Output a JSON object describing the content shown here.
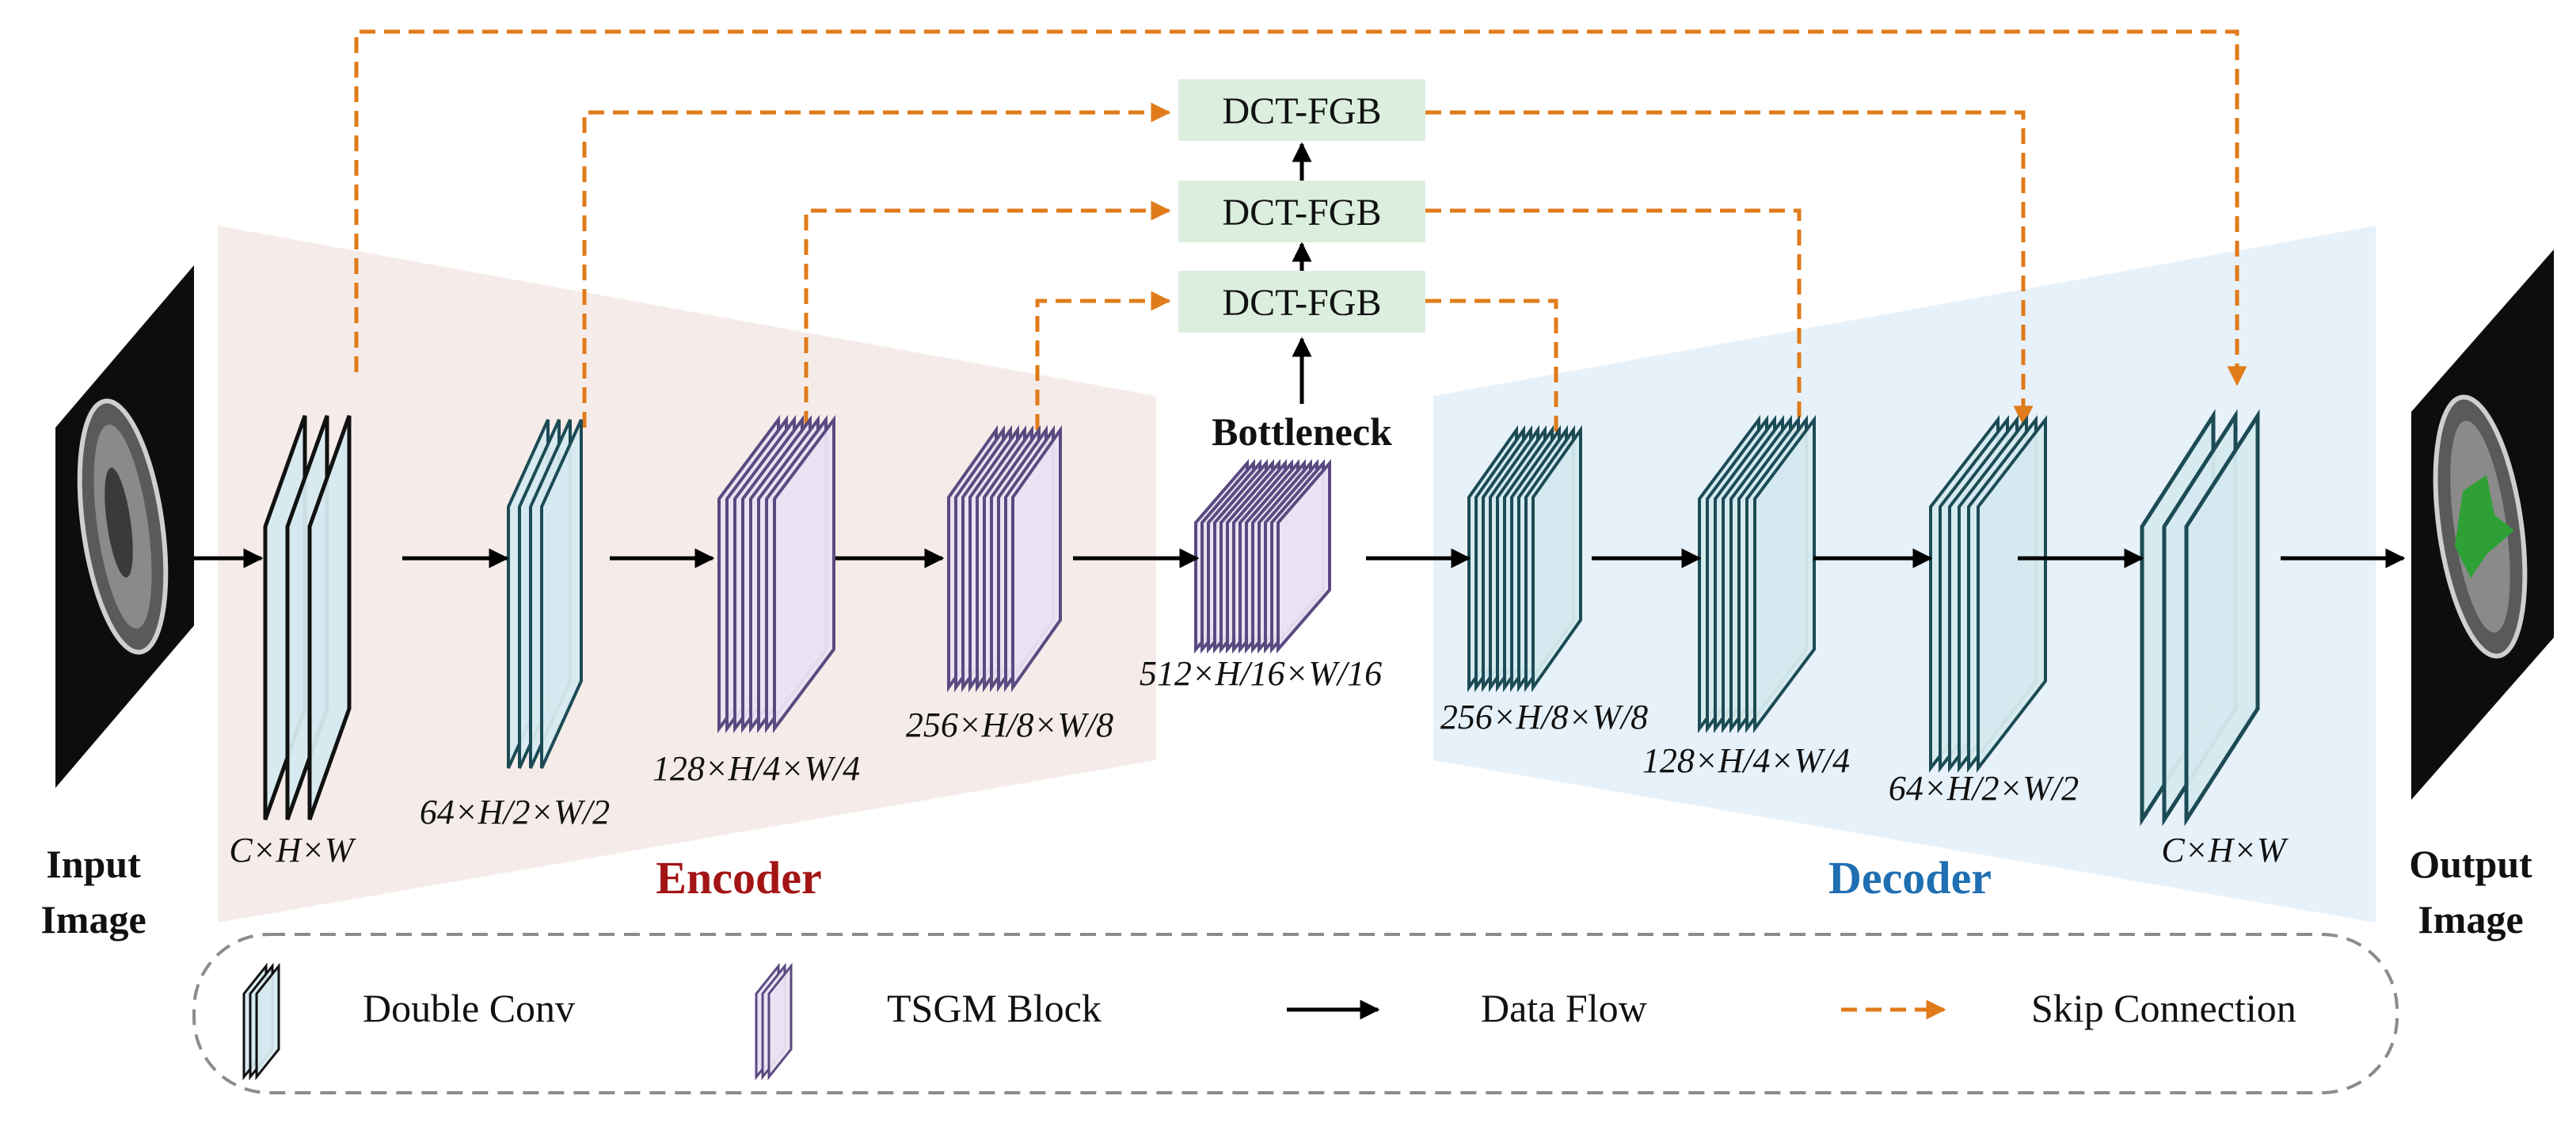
{
  "colors": {
    "double_conv_fill": "#d5eaef",
    "double_conv_stroke": "#1c4b55",
    "tsgm_fill": "#e9e3f2",
    "tsgm_stroke": "#5a4a80",
    "dct_fill": "#dcefdf",
    "skip": "#e07b1a",
    "encoder_bg": "#f4ebe9",
    "decoder_bg": "#e6f1f9",
    "encoder_text": "#a31515",
    "decoder_text": "#1f6fb2"
  },
  "labels": {
    "input_line1": "Input",
    "input_line2": "Image",
    "output_line1": "Output",
    "output_line2": "Image",
    "encoder": "Encoder",
    "decoder": "Decoder",
    "bottleneck": "Bottleneck",
    "dct_fgb_1": "DCT-FGB",
    "dct_fgb_2": "DCT-FGB",
    "dct_fgb_3": "DCT-FGB"
  },
  "dims": {
    "enc1": "C×H×W",
    "enc2": "64×H/2×W/2",
    "enc3": "128×H/4×W/4",
    "enc4": "256×H/8×W/8",
    "bottleneck": "512×H/16×W/16",
    "dec1": "256×H/8×W/8",
    "dec2": "128×H/4×W/4",
    "dec3": "64×H/2×W/2",
    "dec4": "C×H×W"
  },
  "legend": {
    "double_conv": "Double Conv",
    "tsgm_block": "TSGM Block",
    "data_flow": "Data Flow",
    "skip_connection": "Skip Connection"
  }
}
